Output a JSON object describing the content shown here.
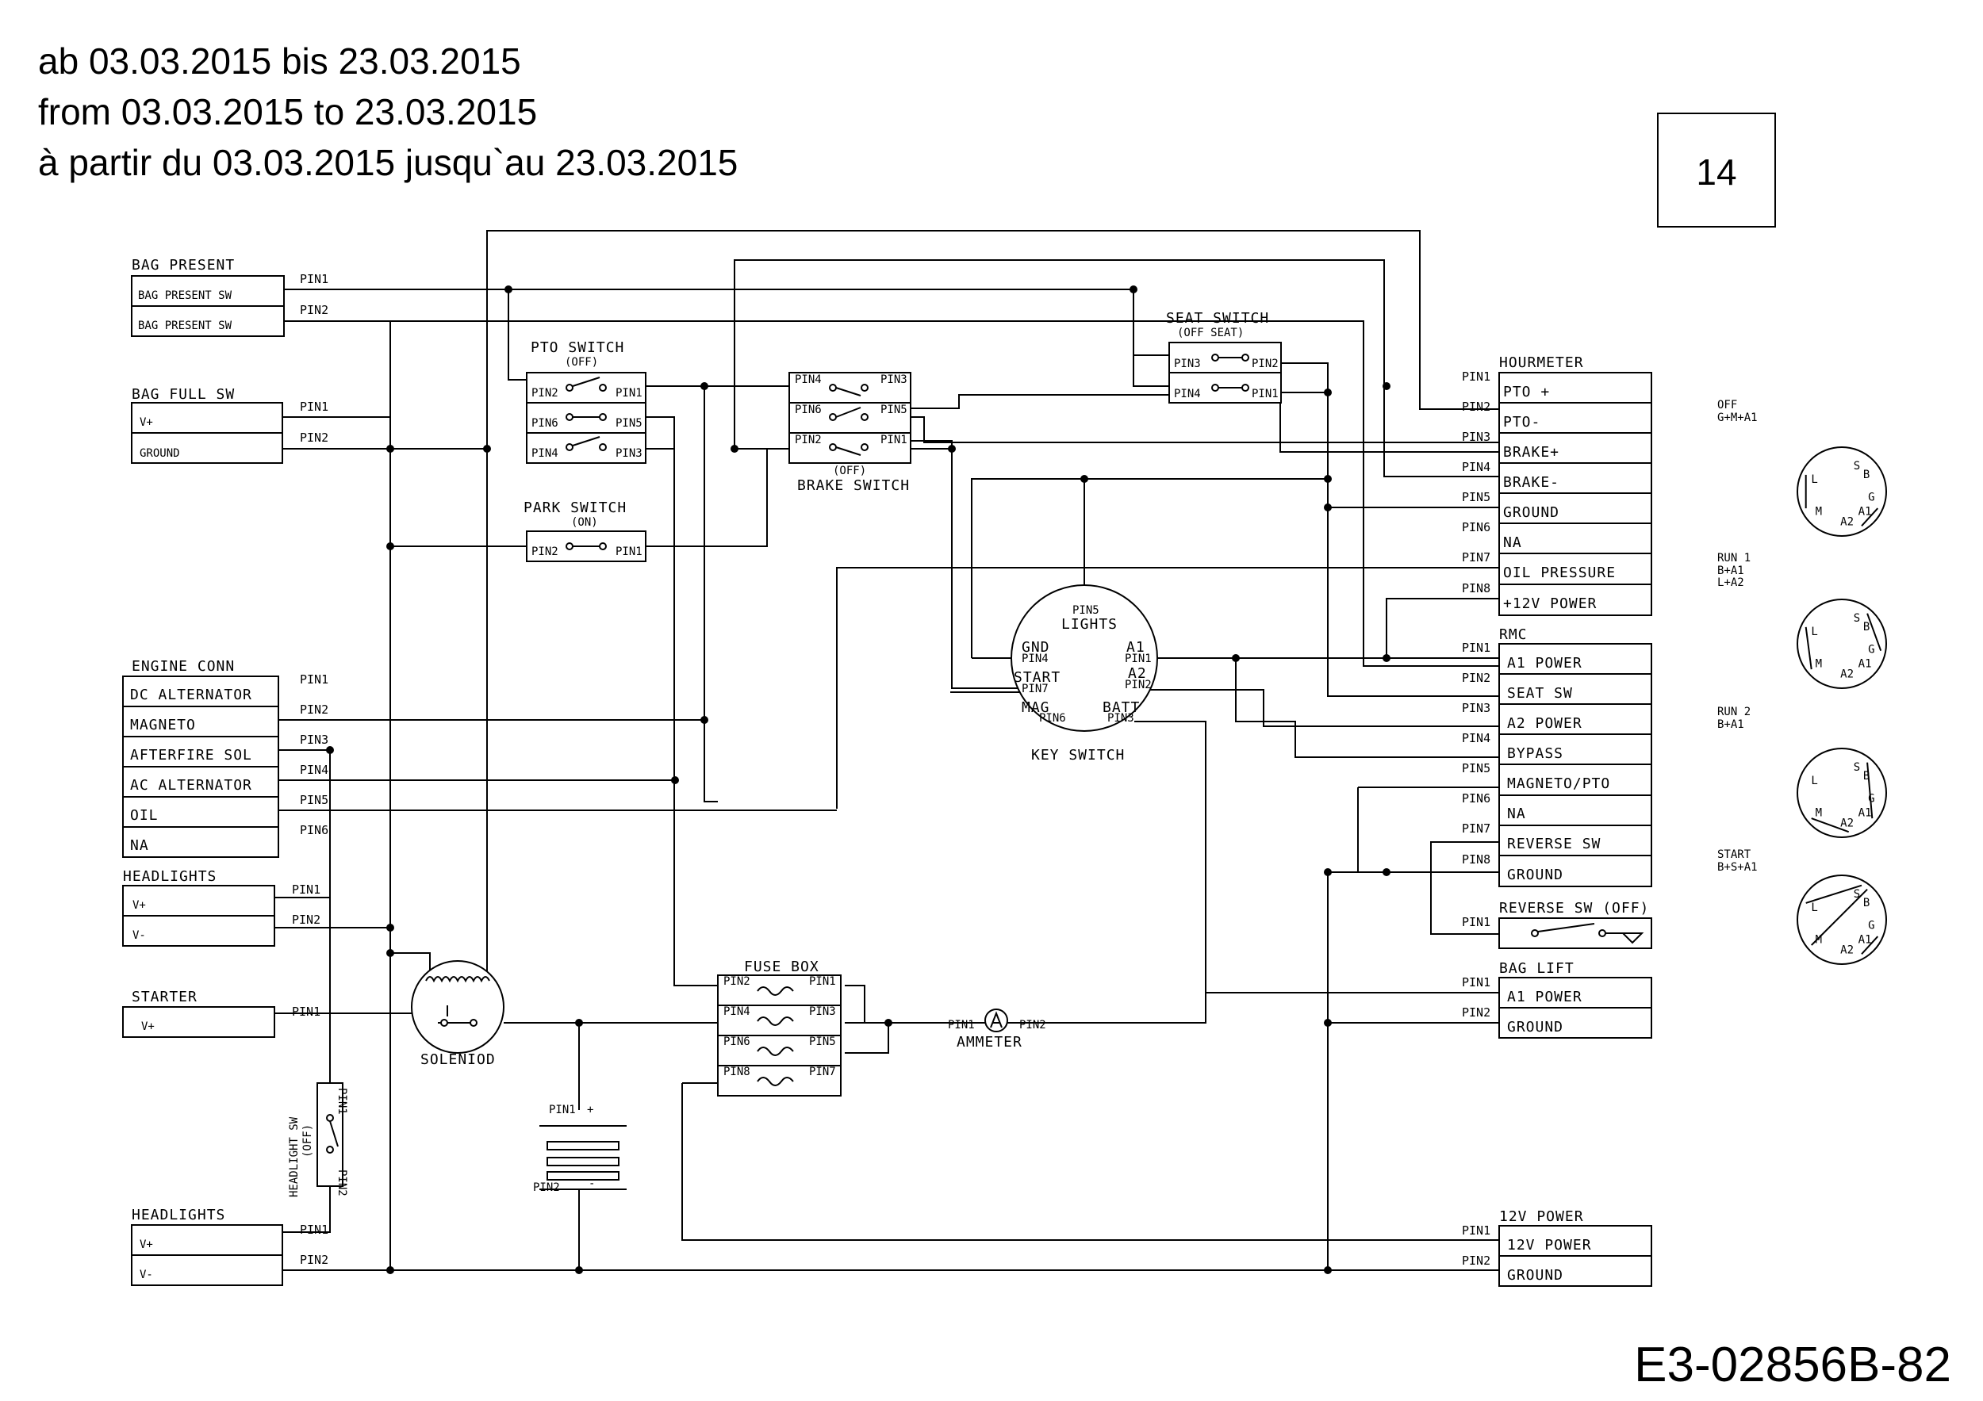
{
  "header": {
    "line_de": "ab 03.03.2015 bis 23.03.2015",
    "line_en": "from 03.03.2015 to 23.03.2015",
    "line_fr": "à partir du 03.03.2015 jusqu`au 23.03.2015",
    "page_number": "14",
    "part_number": "E3-02856B-82"
  },
  "pins": {
    "p1": "PIN1",
    "p2": "PIN2",
    "p3": "PIN3",
    "p4": "PIN4",
    "p5": "PIN5",
    "p6": "PIN6",
    "p7": "PIN7",
    "p8": "PIN8"
  },
  "terminals": {
    "plus": "+",
    "minus": "-"
  },
  "left": {
    "bag_present": {
      "title": "BAG PRESENT",
      "rows": [
        "BAG PRESENT SW",
        "BAG PRESENT SW"
      ]
    },
    "bag_full": {
      "title": "BAG FULL SW",
      "rows": [
        "V+",
        "GROUND"
      ]
    },
    "engine": {
      "title": "ENGINE CONN",
      "rows": [
        "DC ALTERNATOR",
        "MAGNETO",
        "AFTERFIRE SOL",
        "AC ALTERNATOR",
        "OIL",
        "NA"
      ]
    },
    "headlights_top": {
      "title": "HEADLIGHTS",
      "rows": [
        "V+",
        "V-"
      ]
    },
    "starter": {
      "title": "STARTER",
      "rows": [
        "V+"
      ]
    },
    "headlights_bottom": {
      "title": "HEADLIGHTS",
      "rows": [
        "V+",
        "V-"
      ]
    }
  },
  "switches": {
    "pto": {
      "title": "PTO SWITCH",
      "state": "(OFF)"
    },
    "park": {
      "title": "PARK SWITCH",
      "state": "(ON)"
    },
    "brake": {
      "title": "BRAKE SWITCH",
      "state": "(OFF)"
    },
    "seat": {
      "title": "SEAT SWITCH",
      "state": "(OFF SEAT)"
    },
    "headlight_sw": {
      "title": "HEADLIGHT SW",
      "state": "(OFF)"
    },
    "reverse_sw": {
      "title": "REVERSE SW (OFF)"
    }
  },
  "key_switch": {
    "title": "KEY SWITCH",
    "terminals": {
      "lights": "LIGHTS",
      "gnd": "GND",
      "start": "START",
      "mag": "MAG",
      "a1": "A1",
      "a2": "A2",
      "batt": "BATT"
    }
  },
  "components": {
    "solenoid": "SOLENIOD",
    "fuse_box": "FUSE BOX",
    "ammeter": "AMMETER"
  },
  "right": {
    "hourmeter": {
      "title": "HOURMETER",
      "rows": [
        "PTO +",
        "PTO-",
        "BRAKE+",
        "BRAKE-",
        "GROUND",
        "NA",
        "OIL PRESSURE",
        "+12V POWER"
      ]
    },
    "rmc": {
      "title": "RMC",
      "rows": [
        "A1 POWER",
        "SEAT SW",
        "A2 POWER",
        "BYPASS",
        "MAGNETO/PTO",
        "NA",
        "REVERSE SW",
        "GROUND"
      ]
    },
    "bag_lift": {
      "title": "BAG LIFT",
      "rows": [
        "A1 POWER",
        "GROUND"
      ]
    },
    "power12": {
      "title": "12V POWER",
      "rows": [
        "12V POWER",
        "GROUND"
      ]
    }
  },
  "key_positions": [
    {
      "title": "OFF",
      "combo": [
        "G+M+A1"
      ],
      "letters": [
        "L",
        "S",
        "B",
        "G",
        "A1",
        "A2",
        "M"
      ]
    },
    {
      "title": "RUN 1",
      "combo": [
        "B+A1",
        "L+A2"
      ],
      "letters": [
        "L",
        "S",
        "B",
        "G",
        "A1",
        "A2",
        "M"
      ]
    },
    {
      "title": "RUN 2",
      "combo": [
        "B+A1"
      ],
      "letters": [
        "L",
        "S",
        "B",
        "G",
        "A1",
        "A2",
        "M"
      ]
    },
    {
      "title": "START",
      "combo": [
        "B+S+A1"
      ],
      "letters": [
        "L",
        "S",
        "B",
        "G",
        "A1",
        "A2",
        "M"
      ]
    }
  ]
}
